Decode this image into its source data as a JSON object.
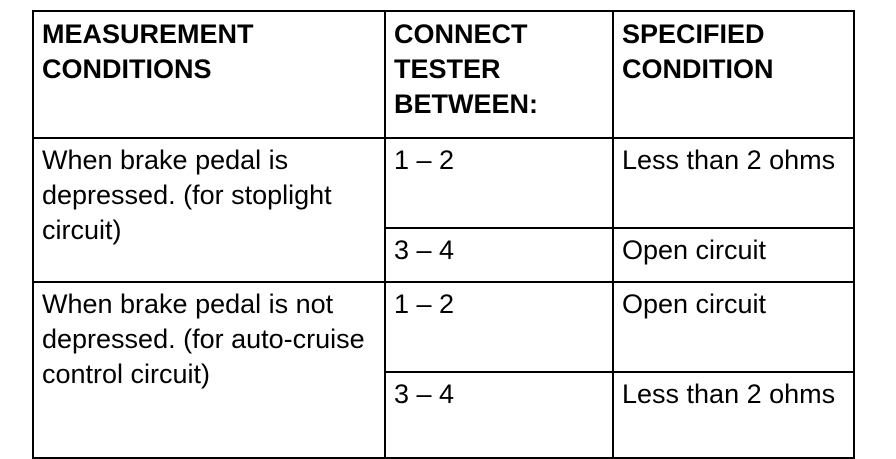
{
  "table": {
    "headers": [
      "MEASUREMENT CONDITIONS",
      "CONNECT TESTER BETWEEN:",
      "SPECIFIED CONDITION"
    ],
    "groups": [
      {
        "condition": "When brake pedal is depressed. (for stoplight circuit)",
        "rows": [
          {
            "terminals": "1 – 2",
            "specified": "Less than 2 ohms"
          },
          {
            "terminals": "3 – 4",
            "specified": "Open circuit"
          }
        ]
      },
      {
        "condition": "When brake pedal is not depressed. (for auto-cruise control circuit)",
        "rows": [
          {
            "terminals": "1 – 2",
            "specified": "Open circuit"
          },
          {
            "terminals": "3 – 4",
            "specified": "Less than 2 ohms"
          }
        ]
      }
    ]
  }
}
